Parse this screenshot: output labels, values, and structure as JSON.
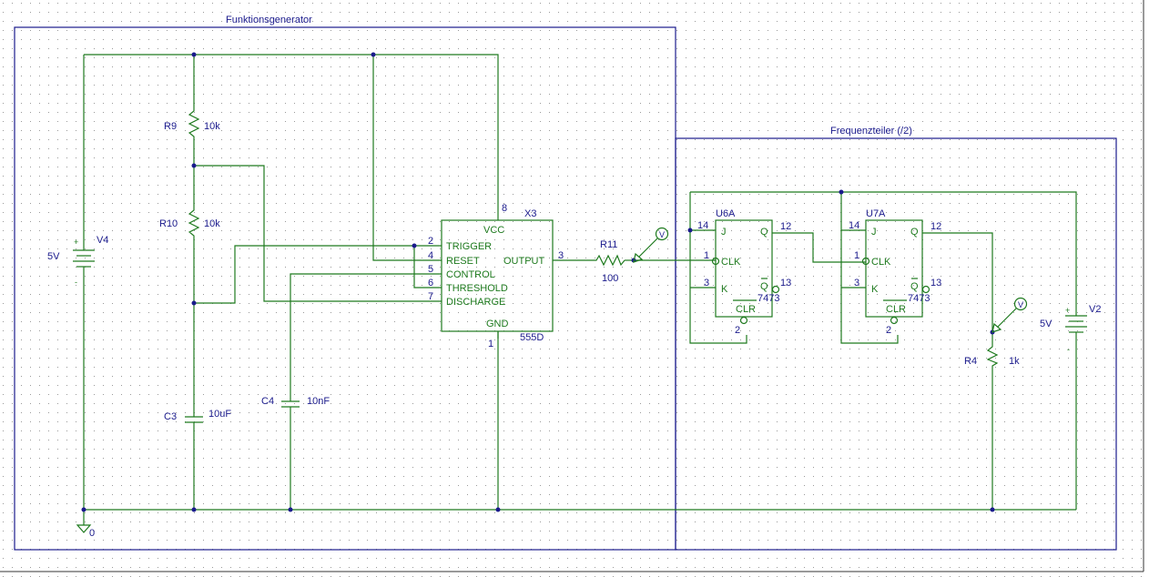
{
  "blocks": {
    "generator": "Funktionsgenerator",
    "divider": "Frequenzteiler (/2)"
  },
  "parts": {
    "v4": {
      "name": "V4",
      "value": "5V"
    },
    "v2": {
      "name": "V2",
      "value": "5V"
    },
    "r9": {
      "name": "R9",
      "value": "10k"
    },
    "r10": {
      "name": "R10",
      "value": "10k"
    },
    "r11": {
      "name": "R11",
      "value": "100"
    },
    "r4": {
      "name": "R4",
      "value": "1k"
    },
    "c3": {
      "name": "C3",
      "value": "10uF"
    },
    "c4": {
      "name": "C4",
      "value": "10nF"
    },
    "x3": {
      "name": "X3",
      "type": "555D",
      "vcc": "VCC",
      "gnd": "GND",
      "trigger": "TRIGGER",
      "reset": "RESET",
      "control": "CONTROL",
      "threshold": "THRESHOLD",
      "discharge": "DISCHARGE",
      "output": "OUTPUT",
      "pin_vcc": "8",
      "pin_gnd": "1",
      "pin_trigger": "2",
      "pin_reset": "4",
      "pin_control": "5",
      "pin_threshold": "6",
      "pin_discharge": "7",
      "pin_output": "3"
    },
    "u6a": {
      "name": "U6A",
      "type": "7473"
    },
    "u7a": {
      "name": "U7A",
      "type": "7473"
    },
    "ff": {
      "j": "J",
      "k": "K",
      "clk": "CLK",
      "q": "Q",
      "qbar": "Q",
      "clr": "CLR",
      "pin_j": "14",
      "pin_clk": "1",
      "pin_k": "3",
      "pin_q": "12",
      "pin_qbar": "13",
      "pin_clr": "2"
    },
    "ground": "0",
    "probe": "V",
    "plus": "+",
    "minus": "-"
  }
}
